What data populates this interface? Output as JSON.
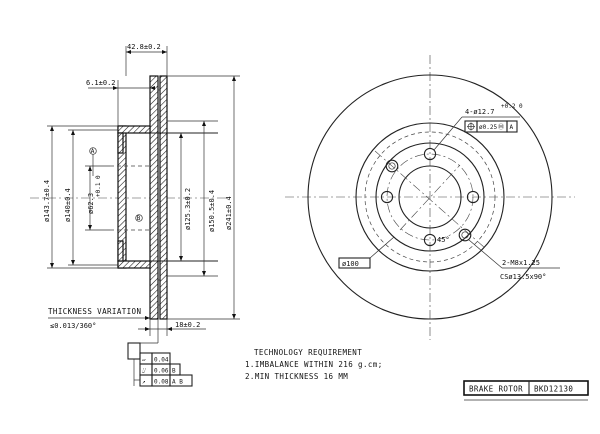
{
  "side_view": {
    "width_overall": "42.8±0.2",
    "hat_offset": "6.1±0.2",
    "d_143": "ø143.7±0.4",
    "d_140": "ø140±0.4",
    "d_62": "ø62.3",
    "d_62_tol": "+0.1 0",
    "d_125": "ø125.3±0.2",
    "d_150": "ø150.5±0.4",
    "d_241": "ø241±0.4",
    "thickness_dim": "18±0.2",
    "marker_a": "A",
    "marker_b": "B"
  },
  "thickness_variation": {
    "label": "THICKNESS VARIATION",
    "value": "≤0.013/360°"
  },
  "tolerance_frame": {
    "rows": [
      {
        "symbol": "▱",
        "value": "0.04",
        "datum": ""
      },
      {
        "symbol": "⌰",
        "value": "0.06",
        "datum": "B"
      },
      {
        "symbol": "↗",
        "value": "0.08",
        "datum": "A B"
      }
    ]
  },
  "front_view": {
    "holes": "4-ø12.7",
    "holes_tol": "+0.2 0",
    "position_tol": "ø0.25",
    "position_mod": "Ⓜ",
    "position_datum": "A",
    "angle": "45°",
    "pcd": "ø100",
    "thread": "2-M8x1.25",
    "countersink": "CSø13.5x90°"
  },
  "requirements": {
    "title": "TECHNOLOGY REQUIREMENT",
    "items": [
      "1.IMBALANCE WITHIN 216 g.cm;",
      "2.MIN THICKNESS 16 MM"
    ]
  },
  "title_block": {
    "name": "BRAKE ROTOR",
    "code": "BKD12130"
  }
}
